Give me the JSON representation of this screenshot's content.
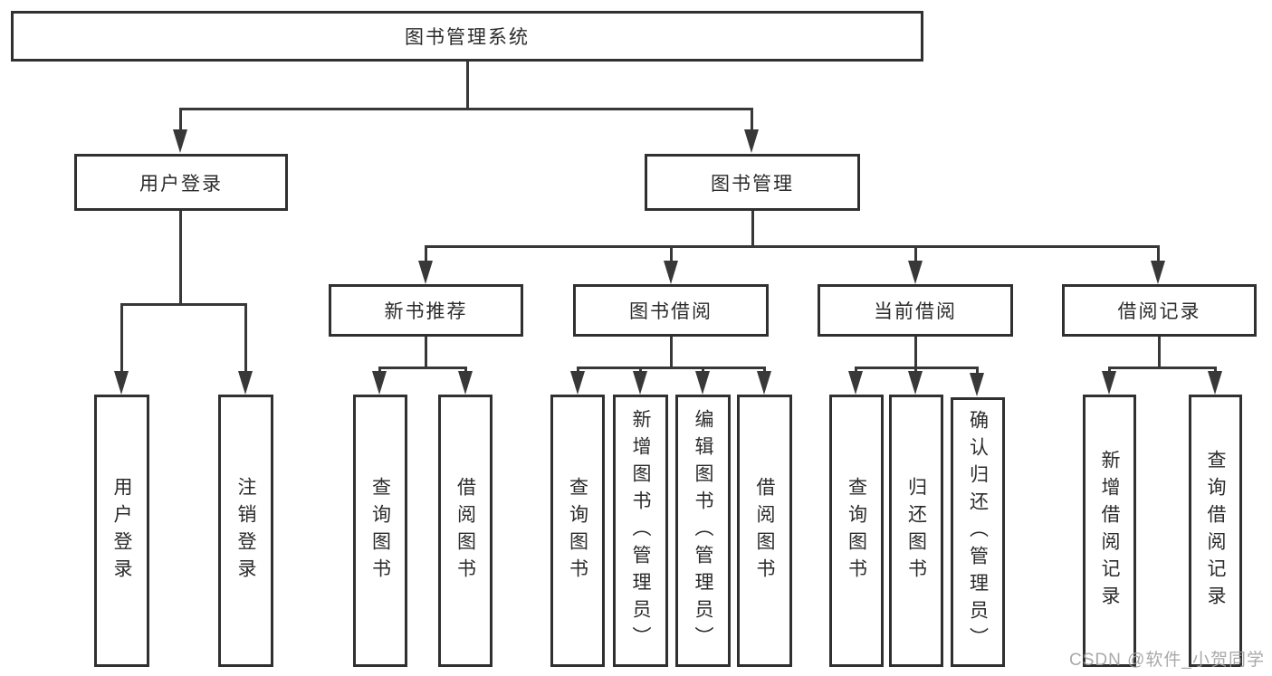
{
  "diagram": {
    "type": "tree",
    "tree": {
      "label": "图书管理系统",
      "children": [
        {
          "label": "用户登录",
          "children": [
            {
              "label": "用户登录"
            },
            {
              "label": "注销登录"
            }
          ]
        },
        {
          "label": "图书管理",
          "children": [
            {
              "label": "新书推荐",
              "children": [
                {
                  "label": "查询图书"
                },
                {
                  "label": "借阅图书"
                }
              ]
            },
            {
              "label": "图书借阅",
              "children": [
                {
                  "label": "查询图书"
                },
                {
                  "label": "新增图书（管理员）"
                },
                {
                  "label": "编辑图书（管理员）"
                },
                {
                  "label": "借阅图书"
                }
              ]
            },
            {
              "label": "当前借阅",
              "children": [
                {
                  "label": "查询图书"
                },
                {
                  "label": "归还图书"
                },
                {
                  "label": "确认归还（管理员）"
                }
              ]
            },
            {
              "label": "借阅记录",
              "children": [
                {
                  "label": "新增借阅记录"
                },
                {
                  "label": "查询借阅记录"
                }
              ]
            }
          ]
        }
      ]
    },
    "watermark": "CSDN @软件_小贺同学",
    "colors": {
      "line": "#383838",
      "border": "#303030",
      "text": "#2b2b2b",
      "watermark": "#a0a0a0",
      "background": "#ffffff"
    }
  }
}
